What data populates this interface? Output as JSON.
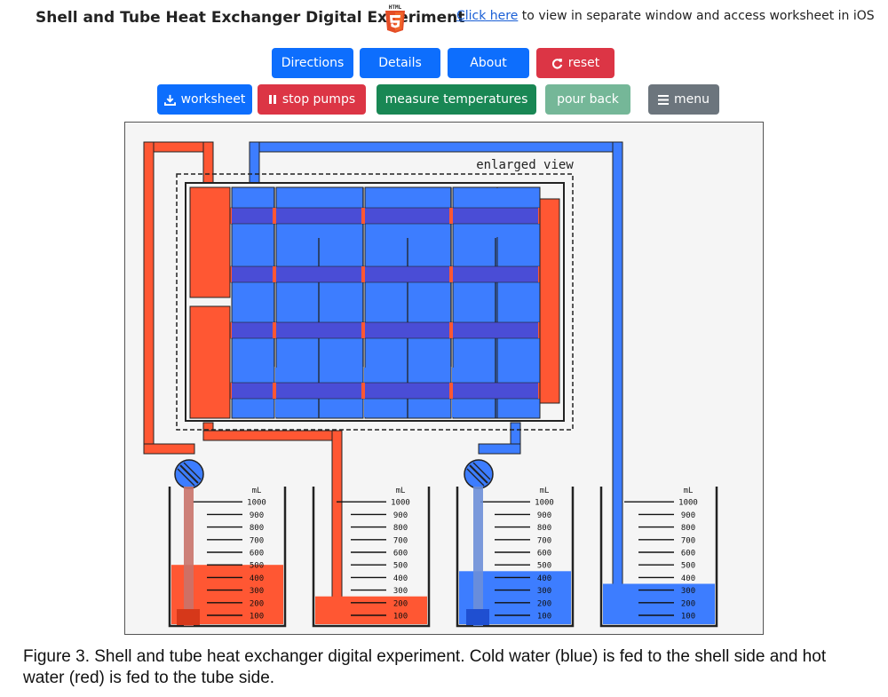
{
  "header": {
    "title": "Shell and Tube Heat Exchanger Digital Experiment",
    "badge_text": "HTML",
    "link_text": "Click here",
    "link_suffix": " to view in separate window and access worksheet in iOS"
  },
  "toolbar": {
    "directions": "Directions",
    "details": "Details",
    "about": "About",
    "reset": "reset",
    "worksheet": "worksheet",
    "stop_pumps": "stop pumps",
    "measure_temperatures": "measure temperatures",
    "pour_back": "pour back",
    "menu": "menu"
  },
  "simulation": {
    "enlarged_view_label": "enlarged view",
    "beaker_unit": "mL",
    "scale_ticks": [
      "1000",
      "900",
      "800",
      "700",
      "600",
      "500",
      "400",
      "300",
      "200",
      "100"
    ],
    "beakers": [
      {
        "name": "hot-source",
        "fluid": "hot",
        "level_ml": 500
      },
      {
        "name": "hot-receiver",
        "fluid": "hot",
        "level_ml": 250
      },
      {
        "name": "cold-source",
        "fluid": "cold",
        "level_ml": 450
      },
      {
        "name": "cold-receiver",
        "fluid": "cold",
        "level_ml": 350
      }
    ],
    "colors": {
      "hot": "#ff5733",
      "cold": "#3d7dff",
      "tube": "#4a4dd6"
    }
  },
  "caption": "Figure 3. Shell and tube heat exchanger digital experiment. Cold water (blue) is fed to the shell side and hot water (red) is fed to the tube side."
}
